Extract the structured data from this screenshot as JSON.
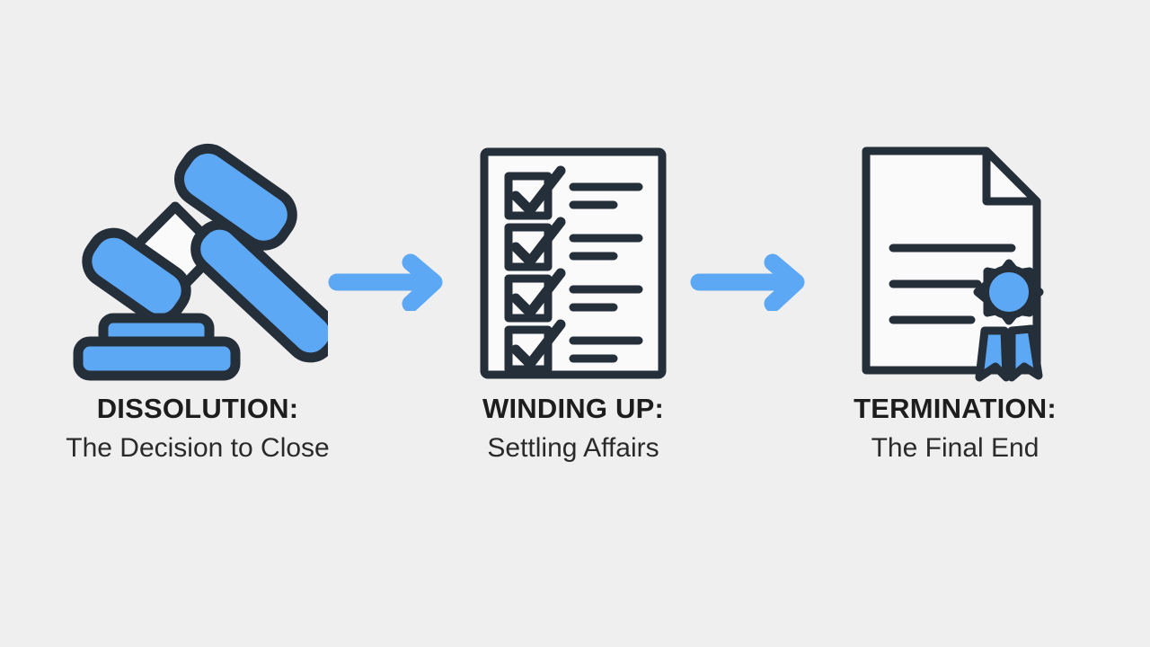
{
  "page": {
    "type": "process-flow-infographic",
    "background_color": "#efefef",
    "accent_blue": "#5da8f5",
    "accent_blue_dark": "#4a95e8",
    "outline_dark": "#252f3a",
    "paper_fill": "#fafafa",
    "text_color": "#1d1d1d"
  },
  "steps": [
    {
      "id": "dissolution",
      "icon": "gavel-icon",
      "title": "DISSOLUTION:",
      "subtitle": "The Decision to Close"
    },
    {
      "id": "winding-up",
      "icon": "checklist-icon",
      "title": "WINDING UP:",
      "subtitle": "Settling Affairs"
    },
    {
      "id": "termination",
      "icon": "certificate-icon",
      "title": "TERMINATION:",
      "subtitle": "The Final End"
    }
  ],
  "connectors": [
    {
      "id": "arrow-1",
      "icon": "arrow-right-icon",
      "from": "dissolution",
      "to": "winding-up"
    },
    {
      "id": "arrow-2",
      "icon": "arrow-right-icon",
      "from": "winding-up",
      "to": "termination"
    }
  ],
  "icon_details": {
    "checklist": {
      "rows": 4,
      "checked": true
    },
    "certificate": {
      "text_lines": 3,
      "seal": "award-ribbon"
    },
    "gavel": {
      "parts": [
        "head",
        "handle",
        "sound-block"
      ]
    }
  }
}
